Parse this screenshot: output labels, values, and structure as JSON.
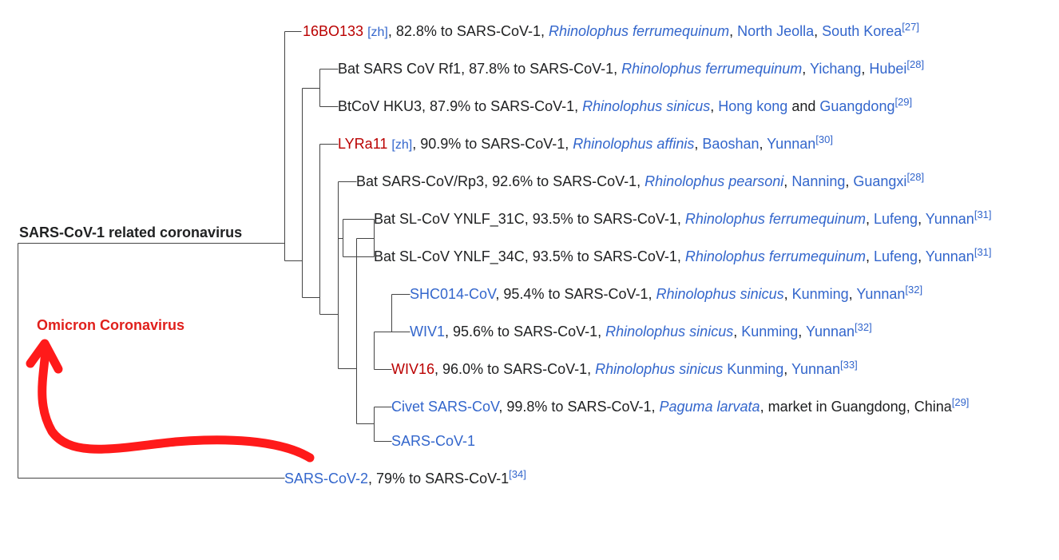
{
  "diagram": {
    "root_label": "SARS-CoV-1 related coronavirus",
    "annotation": {
      "label": "Omicron Coronavirus",
      "color": "#ff1a1a"
    },
    "colors": {
      "line": "#444444",
      "link": "#3366cc",
      "redlink": "#ba0000",
      "text": "#202122"
    },
    "leaves": [
      {
        "name": "16BO133",
        "zh": "[zh]",
        "identity": ", 82.8% to SARS-CoV-1, ",
        "host": "Rhinolophus ferrumequinum",
        "sep1": ", ",
        "place1": "North Jeolla",
        "sep2": ", ",
        "place2": "South Korea",
        "ref": "[27]"
      },
      {
        "name": "Bat SARS CoV Rf1",
        "identity": ", 87.8% to SARS-CoV-1, ",
        "host": "Rhinolophus ferrumequinum",
        "sep1": ", ",
        "place1": "Yichang",
        "sep2": ", ",
        "place2": "Hubei",
        "ref": "[28]"
      },
      {
        "name": "BtCoV HKU3",
        "identity": ", 87.9% to SARS-CoV-1, ",
        "host": "Rhinolophus sinicus",
        "sep1": ", ",
        "place1": "Hong kong",
        "sep2": " and ",
        "place2": "Guangdong",
        "ref": "[29]"
      },
      {
        "name": "LYRa11",
        "zh": "[zh]",
        "identity": ", 90.9% to SARS-CoV-1, ",
        "host": "Rhinolophus affinis",
        "sep1": ", ",
        "place1": "Baoshan",
        "sep2": ", ",
        "place2": "Yunnan",
        "ref": "[30]"
      },
      {
        "name": "Bat SARS-CoV/Rp3",
        "identity": ", 92.6% to SARS-CoV-1, ",
        "host": "Rhinolophus pearsoni",
        "sep1": ", ",
        "place1": "Nanning",
        "sep2": ", ",
        "place2": "Guangxi",
        "ref": "[28]"
      },
      {
        "name": "Bat SL-CoV YNLF_31C",
        "identity": ", 93.5% to SARS-CoV-1, ",
        "host": "Rhinolophus ferrumequinum",
        "sep1": ", ",
        "place1": "Lufeng",
        "sep2": ", ",
        "place2": "Yunnan",
        "ref": "[31]"
      },
      {
        "name": "Bat SL-CoV YNLF_34C",
        "identity": ", 93.5% to SARS-CoV-1, ",
        "host": "Rhinolophus ferrumequinum",
        "sep1": ", ",
        "place1": "Lufeng",
        "sep2": ", ",
        "place2": "Yunnan",
        "ref": "[31]"
      },
      {
        "name": "SHC014-CoV",
        "identity": ", 95.4% to SARS-CoV-1, ",
        "host": "Rhinolophus sinicus",
        "sep1": ", ",
        "place1": "Kunming",
        "sep2": ", ",
        "place2": "Yunnan",
        "ref": "[32]"
      },
      {
        "name": "WIV1",
        "identity": ", 95.6% to SARS-CoV-1, ",
        "host": "Rhinolophus sinicus",
        "sep1": ", ",
        "place1": "Kunming",
        "sep2": ", ",
        "place2": "Yunnan",
        "ref": "[32]"
      },
      {
        "name": "WIV16",
        "identity": ", 96.0% to SARS-CoV-1, ",
        "host": "Rhinolophus sinicus",
        "sep1": " ",
        "place1": "Kunming",
        "sep2": ", ",
        "place2": "Yunnan",
        "ref": "[33]"
      },
      {
        "name": "Civet SARS-CoV",
        "identity": ", 99.8% to SARS-CoV-1, ",
        "host": "Paguma larvata",
        "sep1": ", ",
        "place1": "market in Guangdong, China",
        "ref": "[29]"
      },
      {
        "name": "SARS-CoV-1"
      },
      {
        "name": "SARS-CoV-2",
        "identity": ", 79% to SARS-CoV-1",
        "ref": "[34]"
      }
    ]
  }
}
